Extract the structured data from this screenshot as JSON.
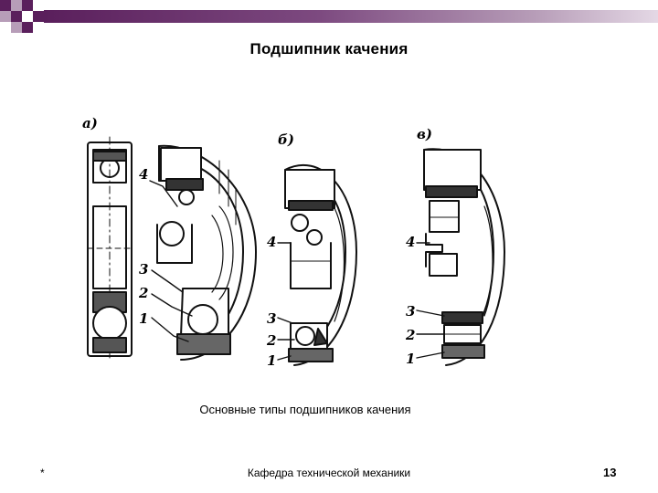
{
  "slide": {
    "title": "Подшипник качения",
    "caption": "Основные типы подшипников качения",
    "footer": {
      "marker": "*",
      "department": "Кафедра технической механики",
      "page_number": "13"
    },
    "theme": {
      "accent": "#5a1f5c",
      "accent_light": "#b79db8"
    }
  },
  "figure": {
    "panels": [
      {
        "label": "а)",
        "callouts": [
          "4",
          "3",
          "2",
          "1"
        ]
      },
      {
        "label": "б)",
        "callouts": [
          "4",
          "3",
          "2",
          "1"
        ]
      },
      {
        "label": "в)",
        "callouts": [
          "4",
          "3",
          "2",
          "1"
        ]
      }
    ]
  }
}
